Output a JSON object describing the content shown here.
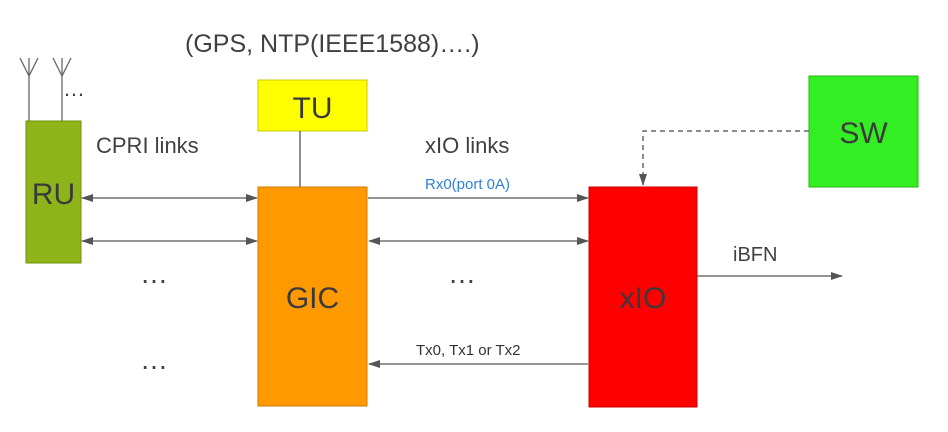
{
  "top_note": "(GPS, NTP(IEEE1588)….)",
  "antenna_dots": "…",
  "blocks": {
    "ru": {
      "label": "RU",
      "color": "#8DB51A"
    },
    "tu": {
      "label": "TU",
      "color": "#FFFF00"
    },
    "gic": {
      "label": "GIC",
      "color": "#FF9900"
    },
    "xio": {
      "label": "xIO",
      "color": "#FF0000"
    },
    "sw": {
      "label": "SW",
      "color": "#33EE22"
    }
  },
  "labels": {
    "cpri_links": "CPRI links",
    "xio_links": "xIO links",
    "rx0": "Rx0(port 0A)",
    "tx": "Tx0, Tx1 or Tx2",
    "ibfn": "iBFN",
    "dots_left_1": "…",
    "dots_left_2": "…",
    "dots_mid": "…"
  },
  "colors": {
    "rx_label": "#2F7FE0",
    "arrow": "#555555"
  }
}
